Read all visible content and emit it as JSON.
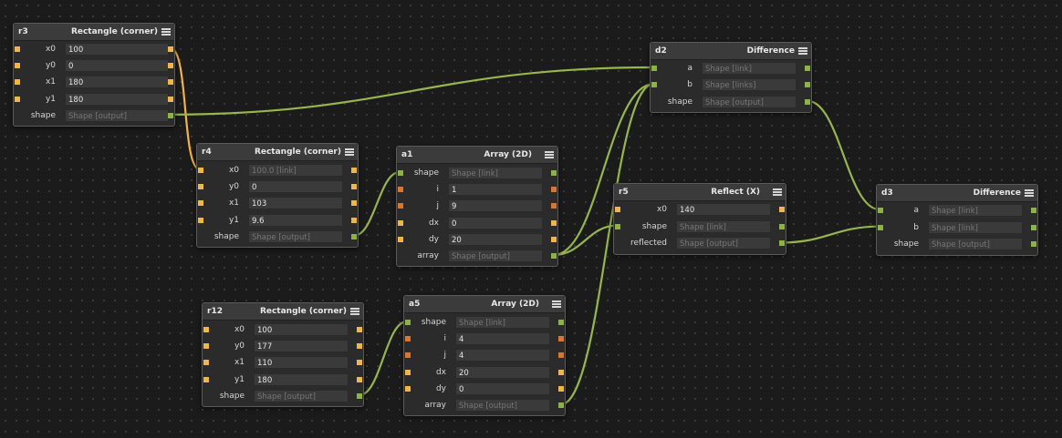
{
  "colors": {
    "number_port": "#f0b64a",
    "shape_port": "#8cb444",
    "array_port": "#d9772e",
    "number_wire": "#f3b24a",
    "shape_wire": "#97b64c"
  },
  "nodes": {
    "r3": {
      "name": "r3",
      "title": "Rectangle (corner)",
      "rows": [
        {
          "label": "x0",
          "value": "100"
        },
        {
          "label": "y0",
          "value": "0"
        },
        {
          "label": "x1",
          "value": "180"
        },
        {
          "label": "y1",
          "value": "180"
        },
        {
          "label": "shape",
          "value": "Shape [output]"
        }
      ]
    },
    "r4": {
      "name": "r4",
      "title": "Rectangle (corner)",
      "rows": [
        {
          "label": "x0",
          "value": "100.0 [link]"
        },
        {
          "label": "y0",
          "value": "0"
        },
        {
          "label": "x1",
          "value": "103"
        },
        {
          "label": "y1",
          "value": "9.6"
        },
        {
          "label": "shape",
          "value": "Shape [output]"
        }
      ]
    },
    "a1": {
      "name": "a1",
      "title": "Array (2D)",
      "rows": [
        {
          "label": "shape",
          "value": "Shape [link]"
        },
        {
          "label": "i",
          "value": "1"
        },
        {
          "label": "j",
          "value": "9"
        },
        {
          "label": "dx",
          "value": "0"
        },
        {
          "label": "dy",
          "value": "20"
        },
        {
          "label": "array",
          "value": "Shape [output]"
        }
      ]
    },
    "r12": {
      "name": "r12",
      "title": "Rectangle (corner)",
      "rows": [
        {
          "label": "x0",
          "value": "100"
        },
        {
          "label": "y0",
          "value": "177"
        },
        {
          "label": "x1",
          "value": "110"
        },
        {
          "label": "y1",
          "value": "180"
        },
        {
          "label": "shape",
          "value": "Shape [output]"
        }
      ]
    },
    "a5": {
      "name": "a5",
      "title": "Array (2D)",
      "rows": [
        {
          "label": "shape",
          "value": "Shape [link]"
        },
        {
          "label": "i",
          "value": "4"
        },
        {
          "label": "j",
          "value": "4"
        },
        {
          "label": "dx",
          "value": "20"
        },
        {
          "label": "dy",
          "value": "0"
        },
        {
          "label": "array",
          "value": "Shape [output]"
        }
      ]
    },
    "d2": {
      "name": "d2",
      "title": "Difference",
      "rows": [
        {
          "label": "a",
          "value": "Shape [link]"
        },
        {
          "label": "b",
          "value": "Shape [links]"
        },
        {
          "label": "shape",
          "value": "Shape [output]"
        }
      ]
    },
    "r5": {
      "name": "r5",
      "title": "Reflect (X)",
      "rows": [
        {
          "label": "x0",
          "value": "140"
        },
        {
          "label": "shape",
          "value": "Shape [link]"
        },
        {
          "label": "reflected",
          "value": "Shape [output]"
        }
      ]
    },
    "d3": {
      "name": "d3",
      "title": "Difference",
      "rows": [
        {
          "label": "a",
          "value": "Shape [link]"
        },
        {
          "label": "b",
          "value": "Shape [link]"
        },
        {
          "label": "shape",
          "value": "Shape [output]"
        }
      ]
    }
  }
}
